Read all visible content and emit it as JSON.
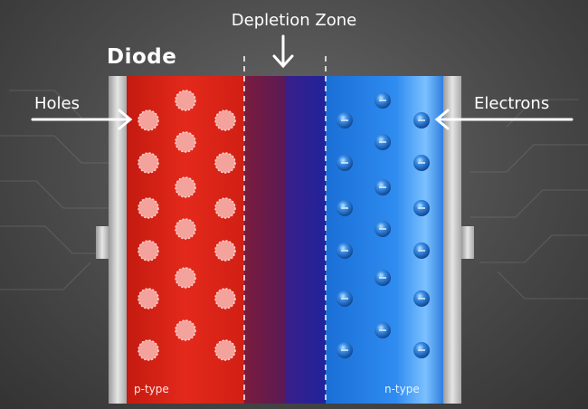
{
  "title": "Diode",
  "depletion_label": "Depletion Zone",
  "left_label": "Holes",
  "right_label": "Electrons",
  "p_label": "p-type",
  "n_label": "n-type",
  "colors": {
    "p_region": "#e02418",
    "n_region": "#1f7be0",
    "depletion_left": "#6a1d4a",
    "depletion_right": "#2a2a8e",
    "terminal": "#c8c8c8",
    "hole": "#f4a19a",
    "electron": "#1a5fb8"
  }
}
